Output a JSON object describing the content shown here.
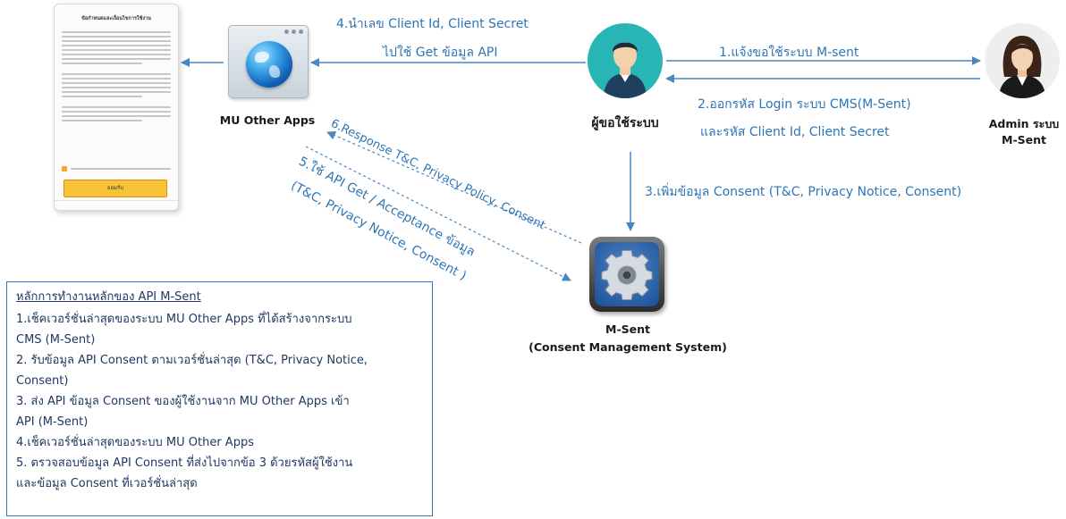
{
  "nodes": {
    "mu_apps_label": "MU Other Apps",
    "user_label": "ผู้ขอใช้ระบบ",
    "admin_label_line1": "Admin ระบบ",
    "admin_label_line2": "M-Sent",
    "msent_label_line1": "M-Sent",
    "msent_label_line2": "(Consent Management System)"
  },
  "flows": {
    "step1": "1.แจ้งขอใช้ระบบ M-sent",
    "step2_line1": "2.ออกรหัส Login ระบบ CMS(M-Sent)",
    "step2_line2": "และรหัส Client Id, Client Secret",
    "step3": "3.เพิ่มข้อมูล Consent (T&C, Privacy Notice, Consent)",
    "step4_line1": "4.นำเลข Client Id, Client Secret",
    "step4_line2": "ไปใช้ Get ข้อมูล API",
    "step5_line1": "5.ใช้ API  Get / Acceptance ข้อมูล",
    "step5_line2": "(T&C, Privacy Notice, Consent )",
    "step6": "6.Response T&C, Privacy Policy, Consent"
  },
  "principles": {
    "title": "หลักการทำงานหลักของ API M-Sent",
    "items": [
      "1.เช็คเวอร์ชั่นล่าสุดของระบบ MU Other Apps ที่ได้สร้างจากระบบ",
      "CMS (M-Sent)",
      "2. รับข้อมูล API Consent ตามเวอร์ชั่นล่าสุด (T&C, Privacy Notice,",
      "Consent)",
      "3. ส่ง API ข้อมูล Consent ของผู้ใช้งานจาก MU Other Apps เข้า",
      "API (M-Sent)",
      "4.เช็คเวอร์ชั่นล่าสุดของระบบ MU Other Apps",
      "5. ตรวจสอบข้อมูล API Consent  ที่ส่งไปจากข้อ 3 ด้วยรหัสผู้ใช้งาน",
      "และข้อมูล Consent  ที่เวอร์ชั่นล่าสุด"
    ]
  },
  "phone": {
    "title": "ข้อกำหนดและเงื่อนไขการใช้งาน",
    "button": "ยอมรับ"
  },
  "colors": {
    "flow": "#2e75b6",
    "user_avatar_bg": "#28b5b5",
    "text_box": "#1f3864",
    "accept_button": "#f7c236"
  },
  "icons": [
    "globe-icon",
    "user-icon",
    "admin-icon",
    "gear-icon",
    "phone-icon"
  ]
}
